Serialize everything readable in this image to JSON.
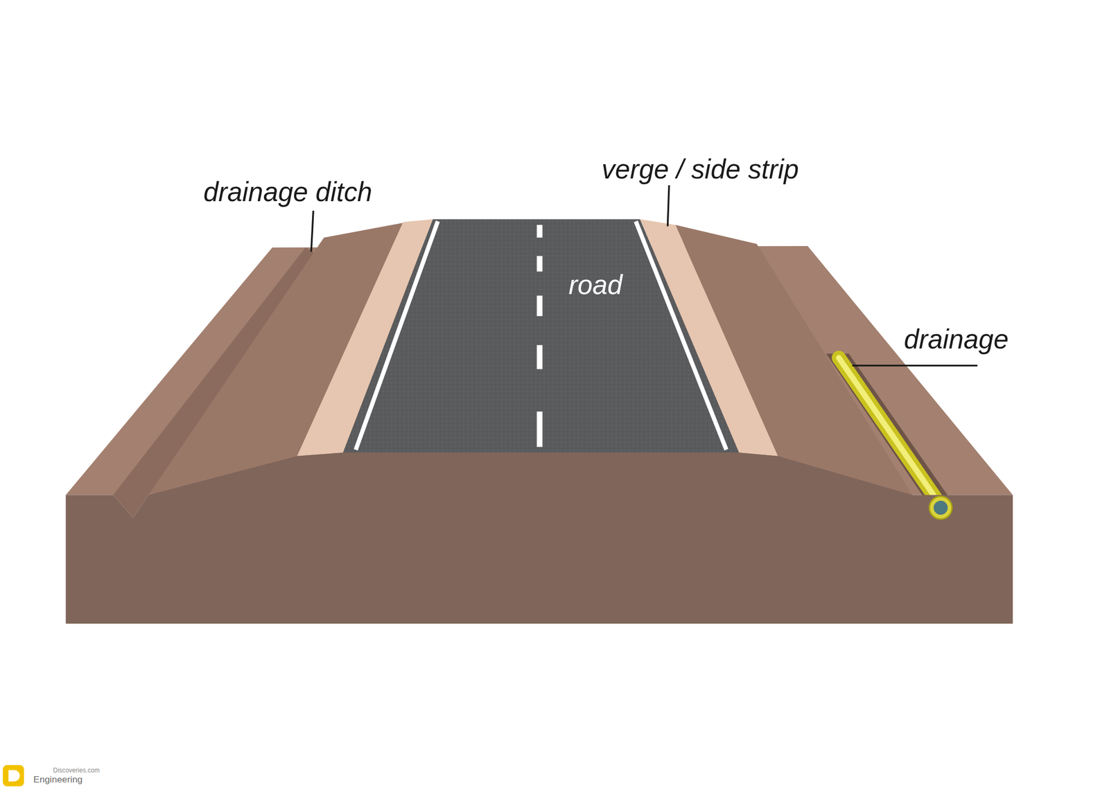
{
  "diagram": {
    "labels": [
      "drainage ditch",
      "verge / side strip",
      "road",
      "drainage",
      "Discoveries.com",
      "Engineering"
    ]
  }
}
